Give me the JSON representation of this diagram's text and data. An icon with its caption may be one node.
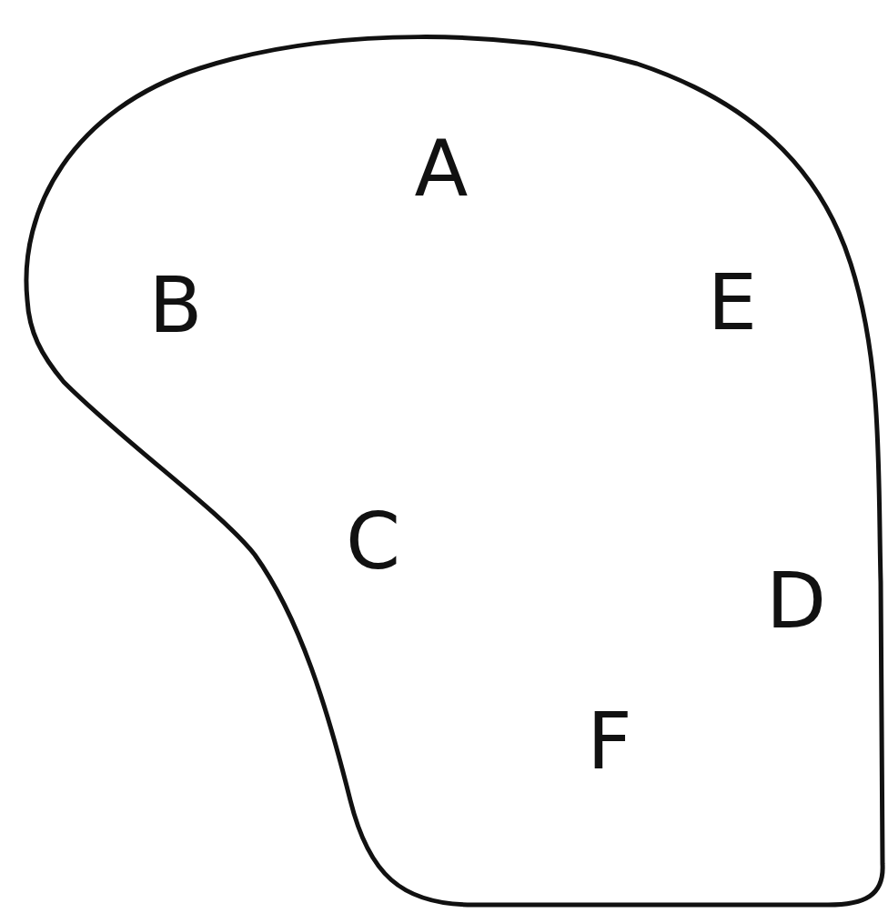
{
  "diagram": {
    "nodes": [
      {
        "text": [
          "A",
          "B",
          "E",
          "C",
          "D",
          "F"
        ]
      }
    ]
  }
}
